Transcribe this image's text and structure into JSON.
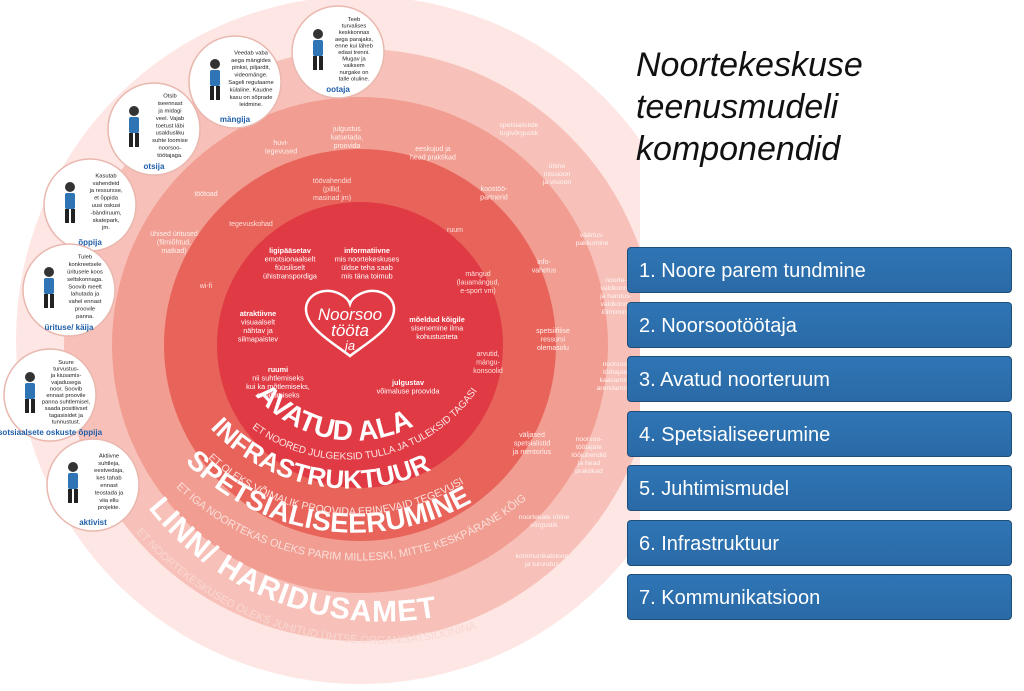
{
  "title": {
    "lines": [
      "Noortekeskuse",
      "teenusmudeli",
      "komponendid"
    ]
  },
  "components": [
    "1. Noore parem tundmine",
    "2. Noorsootöötaja",
    "3. Avatud noorteruum",
    "4. Spetsialiseerumine",
    "5. Juhtimismudel",
    "6. Infrastruktuur",
    "7. Kommunikatsioon"
  ],
  "logo": {
    "line1": "Noorsoo",
    "line2": "tööta",
    "line3": "ja"
  },
  "rings": {
    "avatud": {
      "name": "AVATUD ALA",
      "motto": "ET NOORED JULGEKSID TULLA JA TULEKSID TAGASI"
    },
    "infra": {
      "name": "INFRASTRUKTUUR",
      "motto": "ET OLEKS VÕIMALIK PROOVIDA ERINEVAID TEGEVUSI"
    },
    "spets": {
      "name": "SPETSIALISEERUMINE",
      "motto": "ET IGA NOORTEKAS OLEKS PARIM MILLESKI, MITTE KESKPÄRANE KÕIGES"
    },
    "linn": {
      "name": "LINN/ HARIDUSAMET",
      "motto": "ET NOORTEKESKUSED OLEKS JUHITUD ÜHTSE ORGANISATSIOONINA"
    }
  },
  "inner_items": [
    {
      "head": "ligipääsetav",
      "body": [
        "emotsionaalselt",
        "füüsiliselt",
        "ühistranspordiga"
      ]
    },
    {
      "head": "informatiivne",
      "body": [
        "mis noortekeskuses",
        "üldse teha saab",
        "mis täna toimub"
      ]
    },
    {
      "head": "atraktiivne",
      "body": [
        "visuaalselt",
        "nähtav ja",
        "silmapaistev"
      ]
    },
    {
      "head": "mõeldud kõigile",
      "body": [
        "sisenemine ilma",
        "kohustusteta"
      ]
    },
    {
      "head": "ruumi",
      "body": [
        "nii suhtlemiseks",
        "kui ka mõtlemiseks,",
        "eraldumiseks"
      ]
    },
    {
      "head": "julgustav",
      "body": [
        "võimaluse proovida"
      ]
    }
  ],
  "infra_items": [
    {
      "lines": [
        "töövahendid",
        "(pillid,",
        "masinad jm)"
      ]
    },
    {
      "lines": [
        "tegevuskohad"
      ]
    },
    {
      "lines": [
        "ruum"
      ]
    },
    {
      "lines": [
        "wi-fi"
      ]
    },
    {
      "lines": [
        "mängud",
        "(lauamängud,",
        "e-sport vm)"
      ]
    },
    {
      "lines": [
        "arvutid,",
        "mängu-",
        "konsoolid"
      ]
    }
  ],
  "spets_items": [
    {
      "lines": [
        "julgustus",
        "katsetada,",
        "proovida"
      ]
    },
    {
      "lines": [
        "eeskujud ja",
        "head praktikad"
      ]
    },
    {
      "lines": [
        "huvi-",
        "tegevused"
      ]
    },
    {
      "lines": [
        "töötoad"
      ]
    },
    {
      "lines": [
        "koostöö-",
        "partnerid"
      ]
    },
    {
      "lines": [
        "ühised üritused",
        "(filmiõhtud,",
        "matkad)"
      ]
    },
    {
      "lines": [
        "info-",
        "vahetus"
      ]
    },
    {
      "lines": [
        "spetsiifilise",
        "ressursi",
        "olemasolu"
      ]
    },
    {
      "lines": [
        "väljased",
        "spetsialistid",
        "ja mentorlus"
      ]
    }
  ],
  "linn_items": [
    {
      "lines": [
        "spetsialistide",
        "tugivõrgustik"
      ]
    },
    {
      "lines": [
        "ühine",
        "missioon",
        "ja visioon"
      ]
    },
    {
      "lines": [
        "väärtus-",
        "pakkumine"
      ]
    },
    {
      "lines": [
        "noorte-",
        "valdkonna",
        "ja haridus-",
        "valdkonna",
        "lõimimine"
      ]
    },
    {
      "lines": [
        "noorsoo-",
        "töötajate",
        "kaasamine",
        "arendamisse"
      ]
    },
    {
      "lines": [
        "noorsoo-",
        "töötajate",
        "tööjuhendid",
        "ja head",
        "praktikad"
      ]
    },
    {
      "lines": [
        "noortekate ühine",
        "võrgustik"
      ]
    },
    {
      "lines": [
        "kommunikatsioon",
        "ja turundus"
      ]
    }
  ],
  "personas": [
    {
      "label": "ootaja",
      "text": [
        "Teeb",
        "turvalises",
        "keskkonnas",
        "aega parajaks,",
        "enne kui läheb",
        "edasi trenni.",
        "Mugav ja",
        "vaiksem",
        "nurgake on",
        "talle oluline."
      ]
    },
    {
      "label": "mängija",
      "text": [
        "Veedab vaba",
        "aega mängides",
        "pinksi, piljardit,",
        "videomänge.",
        "Sageli regulaarne",
        "külaline. Kaudne",
        "kasu on sõprade",
        "leidmine."
      ]
    },
    {
      "label": "otsija",
      "text": [
        "Otsib",
        "iseennast",
        "ja midagi",
        "veel. Vajab",
        "toetust läbi",
        "usaldusliku",
        "suhte loomise",
        "noorsoo-",
        "töötajaga."
      ]
    },
    {
      "label": "õppija",
      "text": [
        "Kasutab",
        "vahendeid",
        "ja ressursse,",
        "et õppida",
        "uusi oskusi",
        "-bändiruum,",
        "skatepark,",
        "jm."
      ]
    },
    {
      "label": "ürituse/ käija",
      "text": [
        "Tuleb",
        "konkreetsele",
        "üritusele koos",
        "seltskonnaga.",
        "Soovib meelt",
        "lahutada ja",
        "vahel ennast",
        "proovile",
        "panna."
      ]
    },
    {
      "label": "sotsiaalsete oskuste õppija",
      "text": [
        "Suure",
        "turvustus-",
        "ja kiusamis-",
        "vajadusega",
        "noor. Soovib",
        "ennast proovile",
        "panna suhtlemisel,",
        "saada positiivset",
        "tagasisidet ja",
        "tunnustust."
      ]
    },
    {
      "label": "aktivist",
      "text": [
        "Aktiivne",
        "suhtleja,",
        "eestvedaja,",
        "kes tahab",
        "ennast",
        "teostada ja",
        "viia ellu",
        "projekte."
      ]
    }
  ],
  "colors": {
    "outer_glow": "#fde6e3",
    "linn": "#f7c1b9",
    "spets": "#f19d91",
    "infra": "#e8635a",
    "avatud": "#e03a44",
    "box_blue": "#2f75b5",
    "persona_label": "#1f5ea8"
  }
}
